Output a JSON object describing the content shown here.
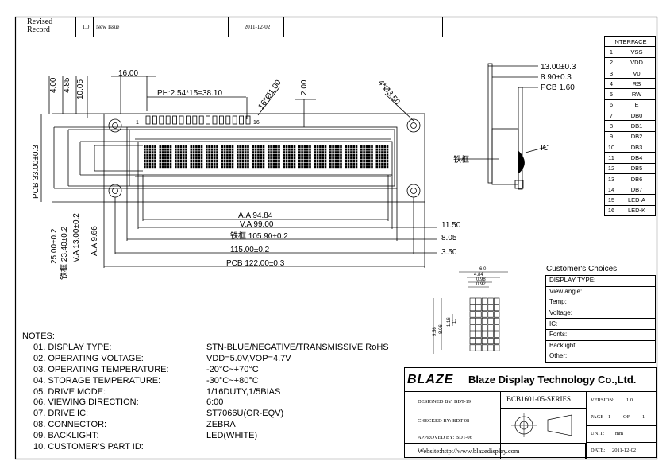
{
  "revision": {
    "label": "Revised Record",
    "label_line1": "Revised",
    "label_line2": "Record",
    "version": "1.0",
    "description": "New Issue",
    "date": "2011-12-02"
  },
  "interface": {
    "title": "INTERFACE",
    "pins": [
      {
        "n": "1",
        "name": "VSS"
      },
      {
        "n": "2",
        "name": "VDD"
      },
      {
        "n": "3",
        "name": "V0"
      },
      {
        "n": "4",
        "name": "RS"
      },
      {
        "n": "5",
        "name": "RW"
      },
      {
        "n": "6",
        "name": "E"
      },
      {
        "n": "7",
        "name": "DB0"
      },
      {
        "n": "8",
        "name": "DB1"
      },
      {
        "n": "9",
        "name": "DB2"
      },
      {
        "n": "10",
        "name": "DB3"
      },
      {
        "n": "11",
        "name": "DB4"
      },
      {
        "n": "12",
        "name": "DB5"
      },
      {
        "n": "13",
        "name": "DB6"
      },
      {
        "n": "14",
        "name": "DB7"
      },
      {
        "n": "15",
        "name": "LED-A"
      },
      {
        "n": "16",
        "name": "LED-K"
      }
    ]
  },
  "dimensions": {
    "d_16": "16.00",
    "pitch": "PH:2.54*15=38.10",
    "pin_dia": "16*Ø1.00",
    "d_2": "2.00",
    "mount_holes": "4*Ø3.50",
    "pin1": "1",
    "pin16": "16",
    "d_4": "4.00",
    "d_485": "4.85",
    "d_1005": "10.05",
    "pcb_h": "PCB 33.00±0.3",
    "d_25": "25.00±0.2",
    "frame_h": "铁框 23.40±0.2",
    "va_h": "V.A 13.00±0.2",
    "aa_h": "A.A 9.66",
    "aa_w": "A.A 94.84",
    "va_w": "V.A 99.00",
    "frame_w": "铁框 105.90±0.2",
    "d_115": "115.00±0.2",
    "pcb_w": "PCB 122.00±0.3",
    "d_1150": "11.50",
    "d_805": "8.05",
    "d_350": "3.50",
    "side_13": "13.00±0.3",
    "side_89": "8.90±0.3",
    "side_pcb": "PCB 1.60",
    "frame_label": "铁框",
    "ic_label": "IC",
    "char_w": "6.0",
    "char_484": "4.84",
    "char_098a": "0.98",
    "char_092": "0.92",
    "char_956": "9.56",
    "char_806": "8.06",
    "char_116": "1.16",
    "char_11": "11"
  },
  "choices": {
    "title": "Customer's  Choices:",
    "rows": [
      "DISPLAY TYPE:",
      "View angle:",
      "Temp:",
      "Voltage:",
      "IC:",
      "Fonts:",
      "Backlight:",
      "Other:"
    ]
  },
  "notes": {
    "title": "NOTES:",
    "items": [
      {
        "k": "01. DISPLAY TYPE:",
        "v": "STN-BLUE/NEGATIVE/TRANSMISSIVE RoHS"
      },
      {
        "k": "02. OPERATING VOLTAGE:",
        "v": "VDD=5.0V,VOP=4.7V"
      },
      {
        "k": "03. OPERATING TEMPERATURE:",
        "v": "-20°C~+70°C"
      },
      {
        "k": "04. STORAGE TEMPERATURE:",
        "v": "-30°C~+80°C"
      },
      {
        "k": "05. DRIVE MODE:",
        "v": "1/16DUTY,1/5BIAS"
      },
      {
        "k": "06. VIEWING DIRECTION:",
        "v": "6:00"
      },
      {
        "k": "07. DRIVE IC:",
        "v": "ST7066U(OR-EQV)"
      },
      {
        "k": "08. CONNECTOR:",
        "v": "ZEBRA"
      },
      {
        "k": "09. BACKLIGHT:",
        "v": "LED(WHITE)"
      },
      {
        "k": "10. CUSTOMER'S PART ID:",
        "v": ""
      }
    ]
  },
  "titleblock": {
    "logo": "BLAZE",
    "company": "Blaze Display Technology Co.,Ltd.",
    "designed": "DESIGNED BY:  BDT-19",
    "checked": "CHECKED BY:  BDT-08",
    "approved": "APPROVED BY:  BDT-06",
    "model": "BCB1601-05-SERIES",
    "version_label": "VERSION:",
    "version": "1.0",
    "page_label": "PAGE",
    "page": "1",
    "of_label": "OF",
    "of": "1",
    "unit_label": "UNIT:",
    "unit": "mm",
    "website": "Website:http://www.blazedisplay.com",
    "date_label": "DATE:",
    "date": "2011-12-02"
  }
}
